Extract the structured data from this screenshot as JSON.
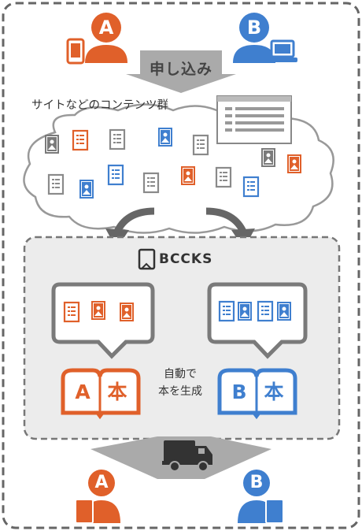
{
  "steps": {
    "apply": "申し込み",
    "content_group": "サイトなどのコンテンツ群",
    "brand": "BCCKS",
    "auto_generate_line1": "自動で",
    "auto_generate_line2": "本を生成"
  },
  "users": {
    "a_letter": "A",
    "b_letter": "B"
  },
  "books": {
    "a_letter": "A",
    "a_label": "本",
    "b_letter": "B",
    "b_label": "本"
  },
  "colors": {
    "orange": "#e0602a",
    "blue": "#3f7fcf",
    "gray": "#7a7a7a",
    "panel": "#ececec"
  }
}
